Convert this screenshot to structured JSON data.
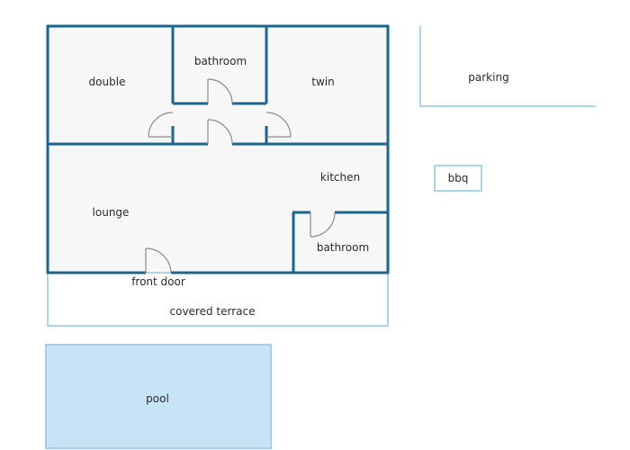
{
  "colors": {
    "wall": "#1b6691",
    "light_outline": "#a9d4ea",
    "floor": "#f7f7f7",
    "pool_fill": "#c6e4f6",
    "pool_stroke": "#a3cfe8",
    "door": "#8a8a8a"
  },
  "labels": {
    "double": "double",
    "bathroom_top": "bathroom",
    "twin": "twin",
    "parking": "parking",
    "kitchen": "kitchen",
    "bbq": "bbq",
    "lounge": "lounge",
    "bathroom_bottom": "bathroom",
    "front_door": "front door",
    "covered_terrace": "covered terrace",
    "pool": "pool"
  }
}
